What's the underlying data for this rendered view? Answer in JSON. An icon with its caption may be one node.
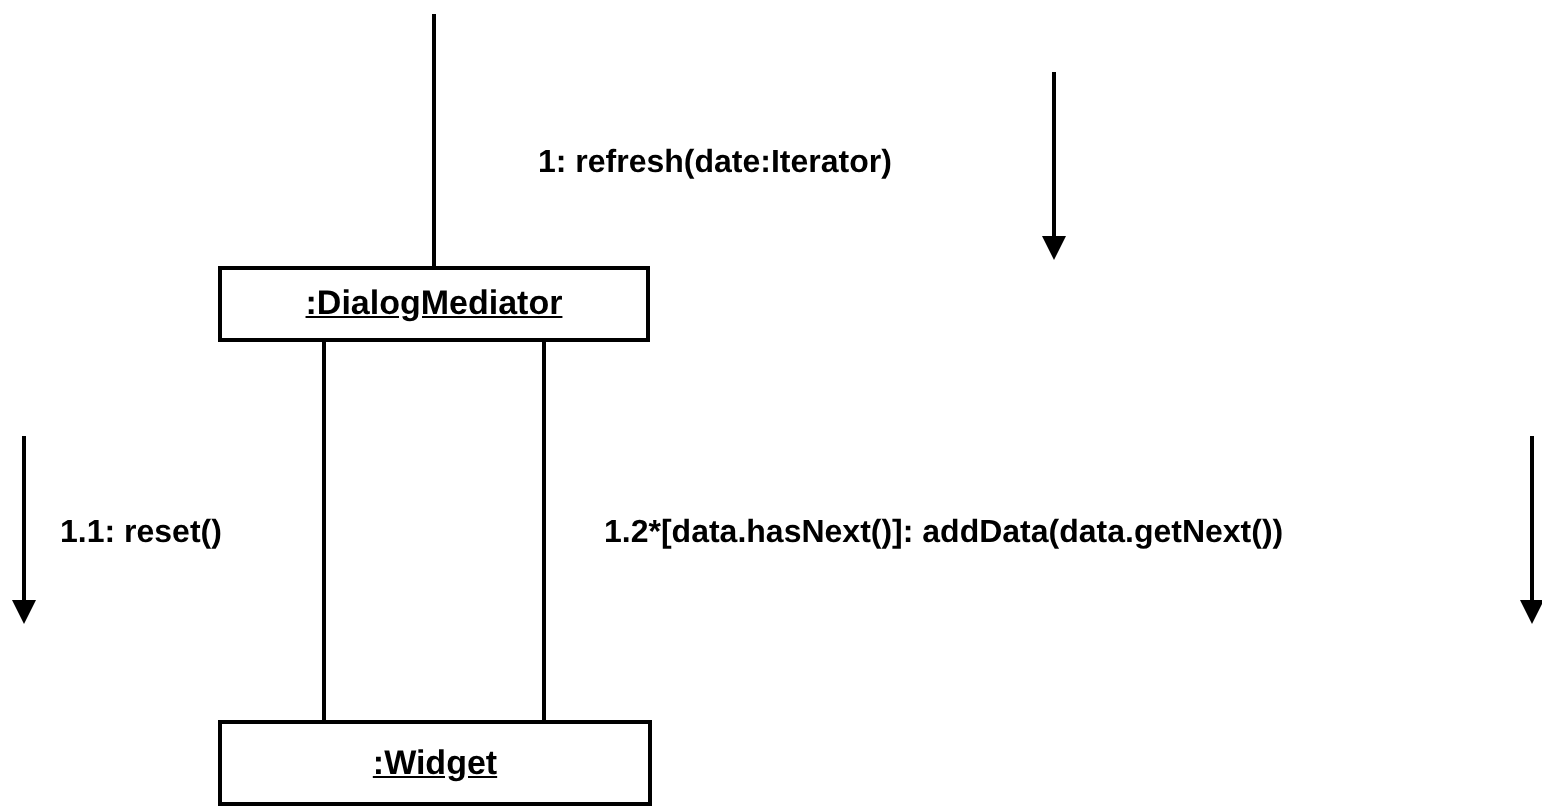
{
  "diagram": {
    "nodes": [
      {
        "text": [
          ":DialogMediator"
        ]
      },
      {
        "text": [
          ":Widget"
        ]
      }
    ],
    "edges": [
      {
        "from": null,
        "to": 0,
        "arrow": "none"
      },
      {
        "from": 0,
        "to": 1,
        "arrow": "none"
      },
      {
        "from": 0,
        "to": 1,
        "arrow": "none"
      }
    ],
    "labels": [
      "1: refresh(date:Iterator)",
      "1.1: reset()",
      "1.2*[data.hasNext()]: addData(data.getNext())"
    ]
  }
}
